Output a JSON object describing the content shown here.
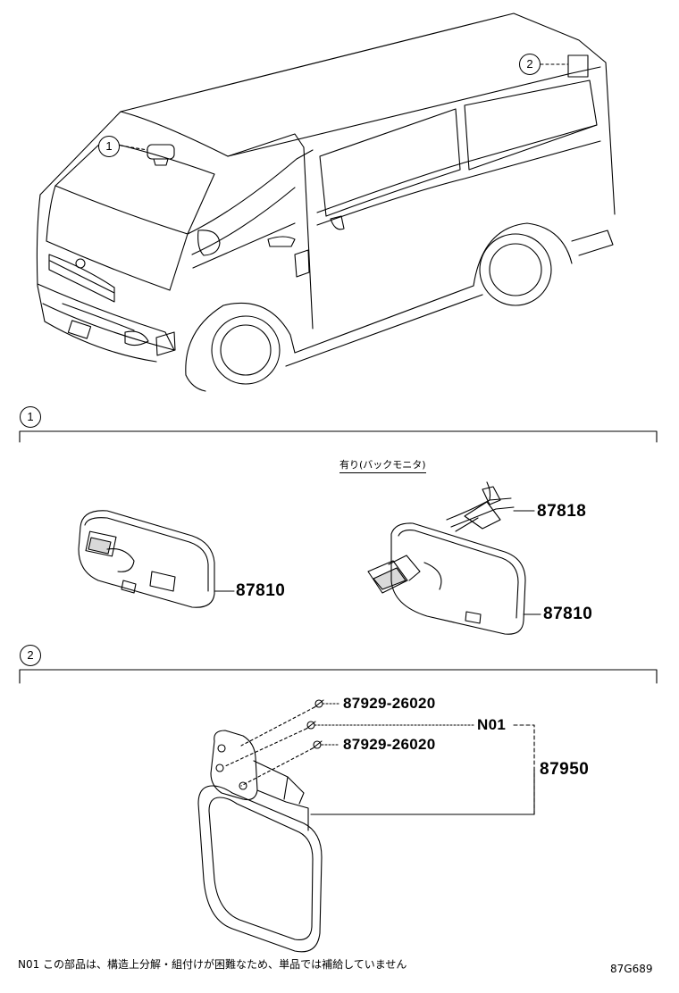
{
  "callouts": {
    "one": "1",
    "two": "2"
  },
  "section1": {
    "label": "1",
    "option_label": "有り(バックモニタ)",
    "parts": {
      "mirror_a": "87810",
      "mirror_b": "87810",
      "harness": "87818"
    }
  },
  "section2": {
    "label": "2",
    "parts": {
      "screw_top": "87929-26020",
      "screw_bottom": "87929-26020",
      "note_ref": "N01",
      "assembly": "87950"
    }
  },
  "footnote": "N01 この部品は、構造上分解・組付けが困難なため、単品では補給していません",
  "figure_code": "87G689",
  "icons": [
    "van-illustration",
    "inner-mirror-icon",
    "inner-mirror-monitor-icon",
    "wire-harness-icon",
    "outer-mirror-icon",
    "screw-icon"
  ]
}
